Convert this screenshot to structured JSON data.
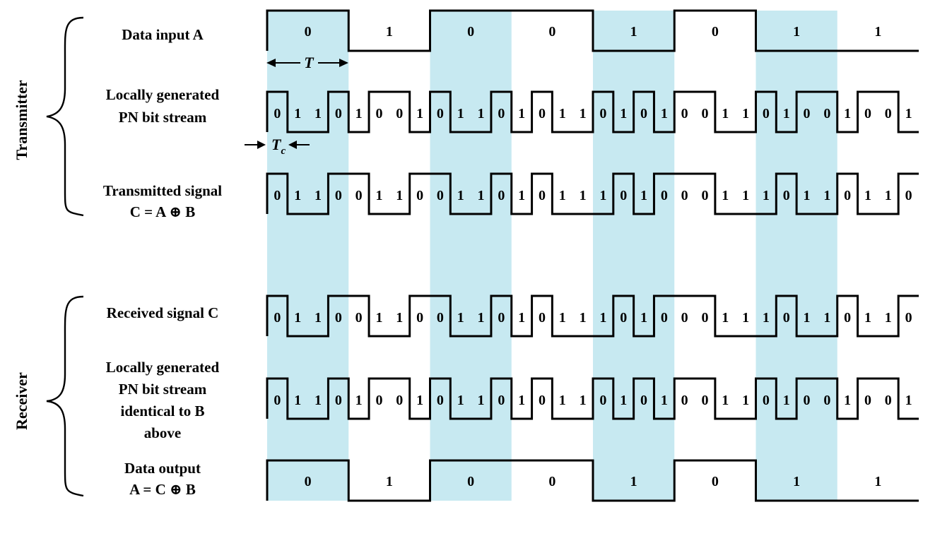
{
  "sides": {
    "transmitter": "Transmitter",
    "receiver": "Receiver"
  },
  "shade_color": "#c7e9f1",
  "timing": {
    "bit_period_symbol": "T",
    "chip_period_symbol": "T",
    "chip_period_subscript": "c"
  },
  "rows": [
    {
      "id": "data-input",
      "label_lines": [
        "Data input A"
      ],
      "kind": "data",
      "bits": [
        0,
        1,
        0,
        0,
        1,
        0,
        1,
        1
      ]
    },
    {
      "id": "pn-tx",
      "label_lines": [
        "Locally generated",
        "PN bit stream"
      ],
      "kind": "chip",
      "bits": [
        0,
        1,
        1,
        0,
        1,
        0,
        0,
        1,
        0,
        1,
        1,
        0,
        1,
        0,
        1,
        1,
        0,
        1,
        0,
        1,
        0,
        0,
        1,
        1,
        0,
        1,
        0,
        0,
        1,
        0,
        0,
        1
      ]
    },
    {
      "id": "tx-signal",
      "label_lines": [
        "Transmitted signal",
        "C = A ⊕ B"
      ],
      "kind": "chip",
      "bits": [
        0,
        1,
        1,
        0,
        0,
        1,
        1,
        0,
        0,
        1,
        1,
        0,
        1,
        0,
        1,
        1,
        1,
        0,
        1,
        0,
        0,
        0,
        1,
        1,
        1,
        0,
        1,
        1,
        0,
        1,
        1,
        0
      ]
    },
    {
      "id": "rx-signal",
      "label_lines": [
        "Received signal C"
      ],
      "kind": "chip",
      "bits": [
        0,
        1,
        1,
        0,
        0,
        1,
        1,
        0,
        0,
        1,
        1,
        0,
        1,
        0,
        1,
        1,
        1,
        0,
        1,
        0,
        0,
        0,
        1,
        1,
        1,
        0,
        1,
        1,
        0,
        1,
        1,
        0
      ]
    },
    {
      "id": "pn-rx",
      "label_lines": [
        "Locally generated",
        "PN bit stream",
        "identical to B",
        "above"
      ],
      "kind": "chip",
      "bits": [
        0,
        1,
        1,
        0,
        1,
        0,
        0,
        1,
        0,
        1,
        1,
        0,
        1,
        0,
        1,
        1,
        0,
        1,
        0,
        1,
        0,
        0,
        1,
        1,
        0,
        1,
        0,
        0,
        1,
        0,
        0,
        1
      ]
    },
    {
      "id": "data-output",
      "label_lines": [
        "Data output",
        "A = C ⊕ B"
      ],
      "kind": "data",
      "bits": [
        0,
        1,
        0,
        0,
        1,
        0,
        1,
        1
      ]
    }
  ]
}
